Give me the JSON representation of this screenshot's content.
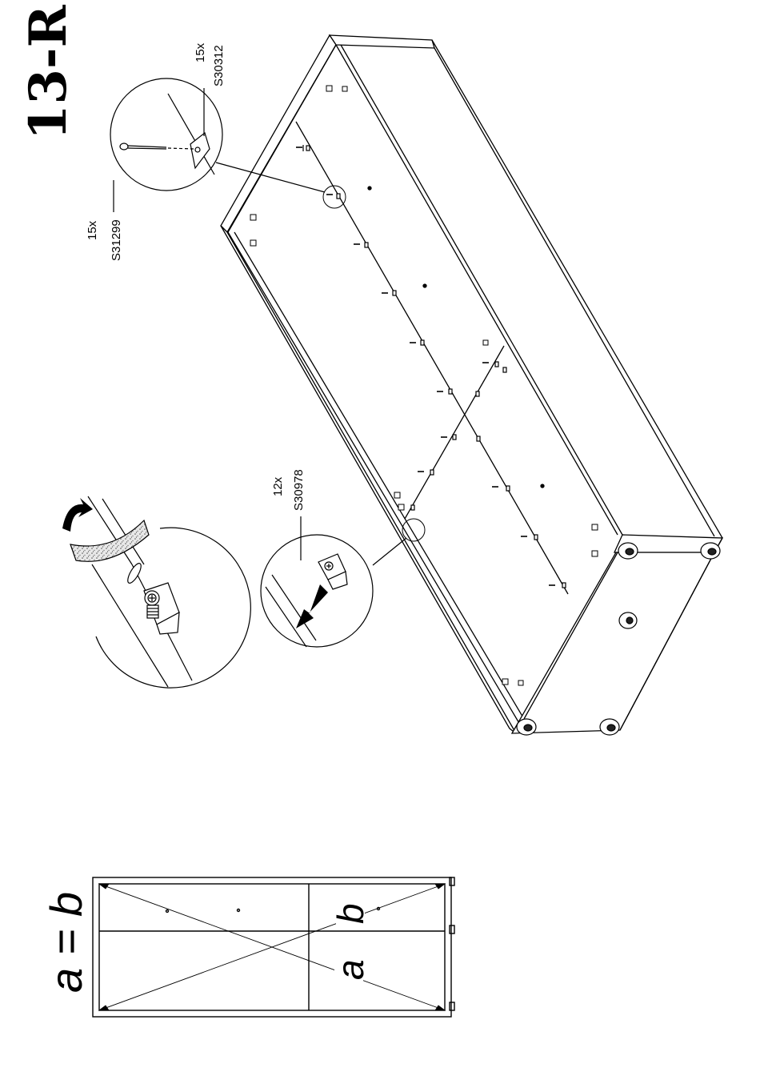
{
  "step_label": "13-R",
  "parts": [
    {
      "qty": "15x",
      "code": "S30312"
    },
    {
      "qty": "15x",
      "code": "S31299"
    },
    {
      "qty": "12x",
      "code": "S30978"
    }
  ],
  "formula": "a = b",
  "diag_a": "a",
  "diag_b": "b",
  "colors": {
    "ink": "#000000",
    "paper": "#ffffff",
    "tape": "#d8d8d8"
  }
}
